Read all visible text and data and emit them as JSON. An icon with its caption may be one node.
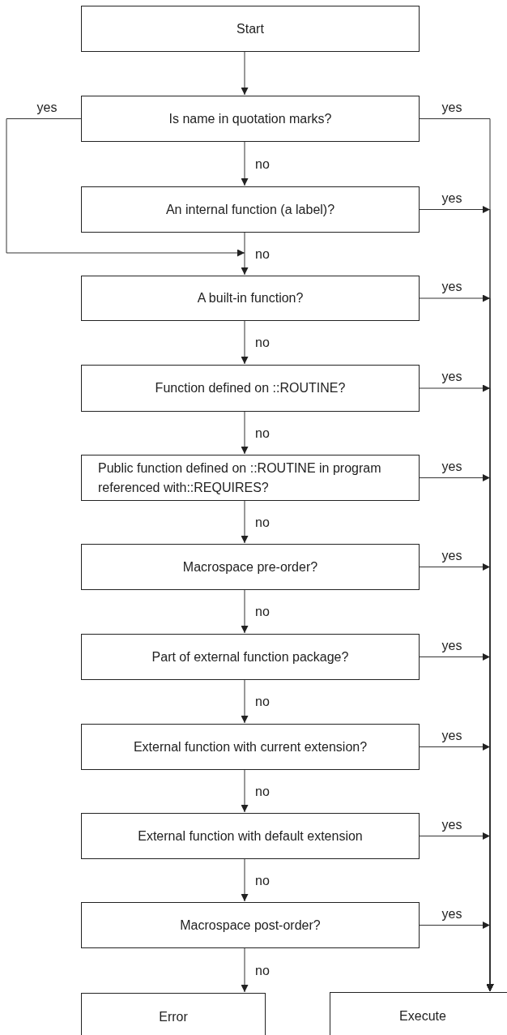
{
  "diagram": {
    "nodes": [
      {
        "text": [
          "Start"
        ]
      },
      {
        "text": [
          "Is name in quotation marks?"
        ]
      },
      {
        "text": [
          "An internal function (a label)?"
        ]
      },
      {
        "text": [
          "A built-in function?"
        ]
      },
      {
        "text": [
          "Function defined on ::ROUTINE?"
        ]
      },
      {
        "text": [
          "Public function defined on ::ROUTINE in program referenced with::REQUIRES?"
        ]
      },
      {
        "text": [
          "Macrospace pre-order?"
        ]
      },
      {
        "text": [
          "Part of external function package?"
        ]
      },
      {
        "text": [
          "External function with current extension?"
        ]
      },
      {
        "text": [
          "External function with default extension"
        ]
      },
      {
        "text": [
          "Macrospace post-order?"
        ]
      },
      {
        "text": [
          "Error"
        ]
      },
      {
        "text": [
          "Execute"
        ]
      }
    ],
    "edges": [
      {
        "from": 0,
        "to": 1,
        "arrow": "to"
      },
      {
        "from": 1,
        "to": 2,
        "label": "no",
        "arrow": "to"
      },
      {
        "from": 1,
        "to": 3,
        "label": "yes",
        "arrow": "to"
      },
      {
        "from": 1,
        "to": 12,
        "label": "yes",
        "arrow": "to"
      },
      {
        "from": 2,
        "to": 3,
        "label": "no",
        "arrow": "to"
      },
      {
        "from": 2,
        "to": 12,
        "label": "yes",
        "arrow": "to"
      },
      {
        "from": 3,
        "to": 4,
        "label": "no",
        "arrow": "to"
      },
      {
        "from": 3,
        "to": 12,
        "label": "yes",
        "arrow": "to"
      },
      {
        "from": 4,
        "to": 5,
        "label": "no",
        "arrow": "to"
      },
      {
        "from": 4,
        "to": 12,
        "label": "yes",
        "arrow": "to"
      },
      {
        "from": 5,
        "to": 6,
        "label": "no",
        "arrow": "to"
      },
      {
        "from": 5,
        "to": 12,
        "label": "yes",
        "arrow": "to"
      },
      {
        "from": 6,
        "to": 7,
        "label": "no",
        "arrow": "to"
      },
      {
        "from": 6,
        "to": 12,
        "label": "yes",
        "arrow": "to"
      },
      {
        "from": 7,
        "to": 8,
        "label": "no",
        "arrow": "to"
      },
      {
        "from": 7,
        "to": 12,
        "label": "yes",
        "arrow": "to"
      },
      {
        "from": 8,
        "to": 9,
        "label": "no",
        "arrow": "to"
      },
      {
        "from": 8,
        "to": 12,
        "label": "yes",
        "arrow": "to"
      },
      {
        "from": 9,
        "to": 10,
        "label": "no",
        "arrow": "to"
      },
      {
        "from": 9,
        "to": 12,
        "label": "yes",
        "arrow": "to"
      },
      {
        "from": 10,
        "to": 11,
        "label": "no",
        "arrow": "to"
      },
      {
        "from": 10,
        "to": 12,
        "label": "yes",
        "arrow": "to"
      }
    ]
  }
}
